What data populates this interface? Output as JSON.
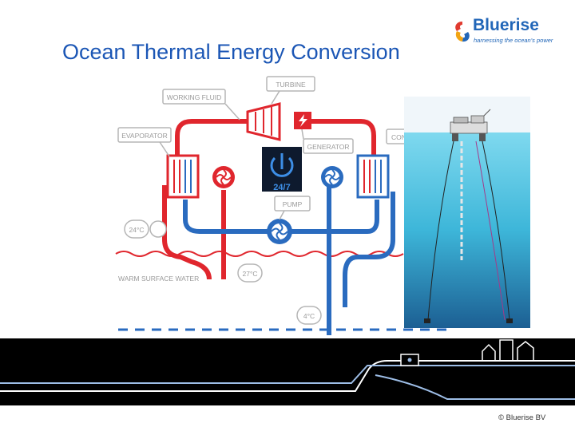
{
  "slide": {
    "title": "Ocean Thermal Energy Conversion",
    "copyright": "© Bluerise BV"
  },
  "logo": {
    "name": "Bluerise",
    "tagline": "harnessing the ocean's power",
    "icon": "bluerise-swirl-logo",
    "colors": [
      "#e03a2f",
      "#f2a413",
      "#2166b8"
    ]
  },
  "diagram": {
    "labels": {
      "turbine": "TURBINE",
      "working_fluid": "WORKING FLUID",
      "evaporator": "EVAPORATOR",
      "generator": "GENERATOR",
      "condenser_partial": "CON",
      "pump": "PUMP",
      "warm_surface_water": "WARM SURFACE WATER",
      "temp_24": "24°C",
      "temp_27": "27°C",
      "temp_4": "4°C"
    },
    "badge_text": "24/7",
    "colors": {
      "warm": "#e0262d",
      "cold": "#2a6bbf",
      "label_gray": "#b5b5b5",
      "dashed_line": "#2a6bbf",
      "ground": "#000000"
    }
  },
  "photo": {
    "description_icon": "offshore-platform-illustration",
    "sea_color": "#3dbfe0"
  }
}
